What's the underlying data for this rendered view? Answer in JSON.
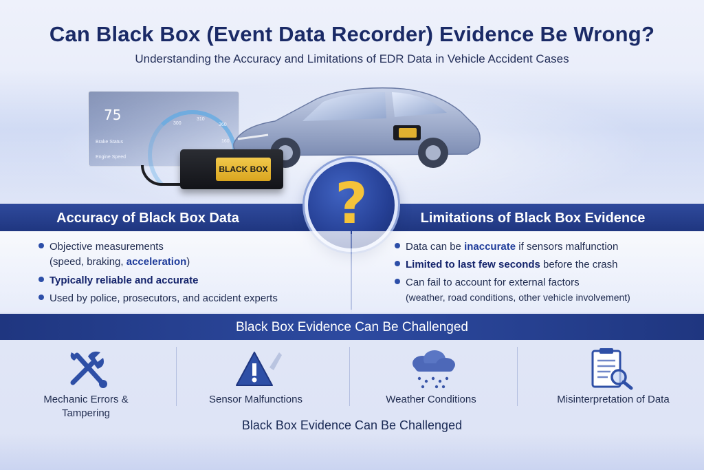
{
  "header": {
    "title": "Can Black Box (Event Data Recorder) Evidence Be Wrong?",
    "subtitle": "Understanding the Accuracy and Limitations of EDR Data in Vehicle Accident Cases"
  },
  "hero": {
    "dashboard_speed": "75",
    "dashboard_lines": [
      "Brake Status",
      "Engine Speed"
    ],
    "gauge_ticks": [
      "300",
      "310",
      "360",
      "160"
    ],
    "black_box_label": "BLACK BOX",
    "center_symbol": "?"
  },
  "accuracy": {
    "heading": "Accuracy of Black Box Data",
    "bullets": [
      {
        "pre": "Objective measurements",
        "cont_pre": "(speed, braking, ",
        "cont_hl": "acceleration",
        "cont_post": ")"
      },
      {
        "hl": "Typically reliable and accurate"
      },
      {
        "text": "Used by police, prosecutors, and accident experts"
      }
    ]
  },
  "limitations": {
    "heading": "Limitations of Black Box Evidence",
    "bullets": [
      {
        "pre": "Data can be ",
        "hl": "inaccurate",
        "post": " if sensors malfunction"
      },
      {
        "hl": "Limited to last few seconds",
        "post": " before the crash"
      },
      {
        "pre": "Can fail to account for external factors",
        "cont": "(weather, road conditions, other vehicle involvement)"
      }
    ]
  },
  "challenged": {
    "heading": "Black Box Evidence Can Be Challenged",
    "items": [
      {
        "label_line1": "Mechanic Errors &",
        "label_line2": "Tampering",
        "icon": "tools-icon"
      },
      {
        "label_line1": "Sensor Malfunctions",
        "icon": "warning-icon"
      },
      {
        "label_line1": "Weather Conditions",
        "icon": "rain-cloud-icon"
      },
      {
        "label_line1": "Misinterpretation of Data",
        "icon": "document-magnifier-icon"
      }
    ],
    "footer": "Black Box Evidence Can Be Challenged"
  },
  "colors": {
    "navy": "#1f3680",
    "accent_blue": "#2c4ea8",
    "gold": "#f4c33a",
    "warning_blue": "#2e4fa6"
  }
}
